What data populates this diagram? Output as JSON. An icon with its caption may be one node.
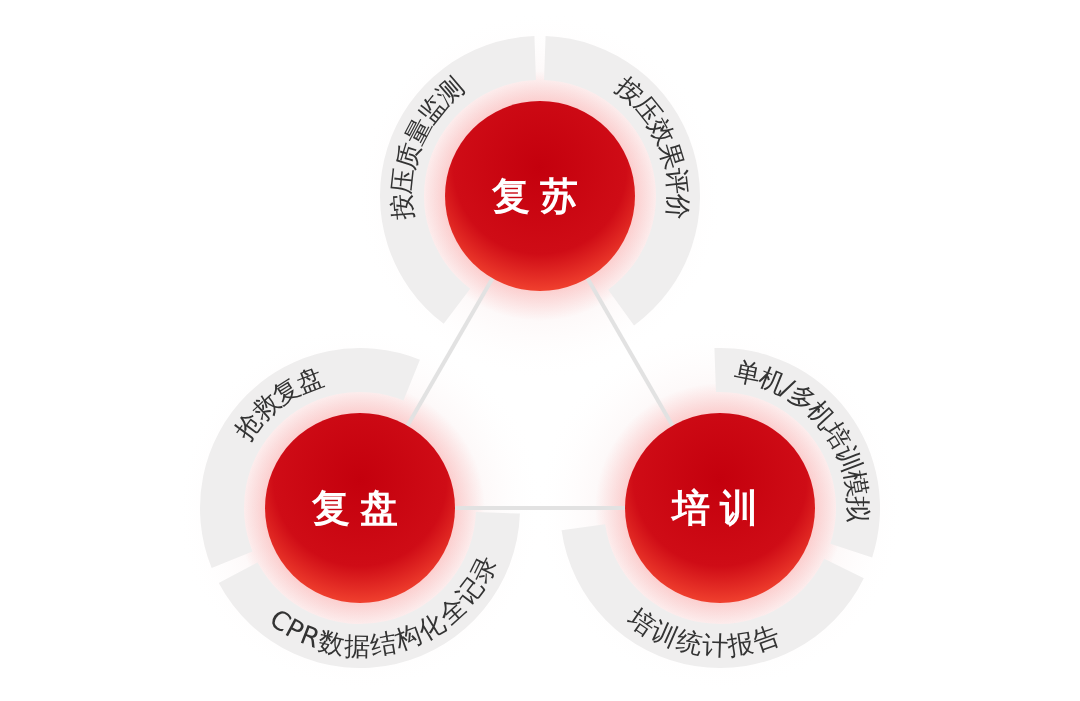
{
  "diagram": {
    "nodes": [
      {
        "text": [
          "复苏"
        ]
      },
      {
        "text": [
          "按压质量监测"
        ]
      },
      {
        "text": [
          "按压效果评价"
        ]
      },
      {
        "text": [
          "复盘"
        ]
      },
      {
        "text": [
          "抢救复盘"
        ]
      },
      {
        "text": [
          "CPR数据结构化全记录"
        ]
      },
      {
        "text": [
          "培训"
        ]
      },
      {
        "text": [
          "单机/多机培训模拟"
        ]
      },
      {
        "text": [
          "培训统计报告"
        ]
      }
    ],
    "edges": [
      {
        "from": 0,
        "to": 3,
        "arrow": "none"
      },
      {
        "from": 0,
        "to": 6,
        "arrow": "none"
      },
      {
        "from": 3,
        "to": 6,
        "arrow": "none"
      }
    ]
  }
}
